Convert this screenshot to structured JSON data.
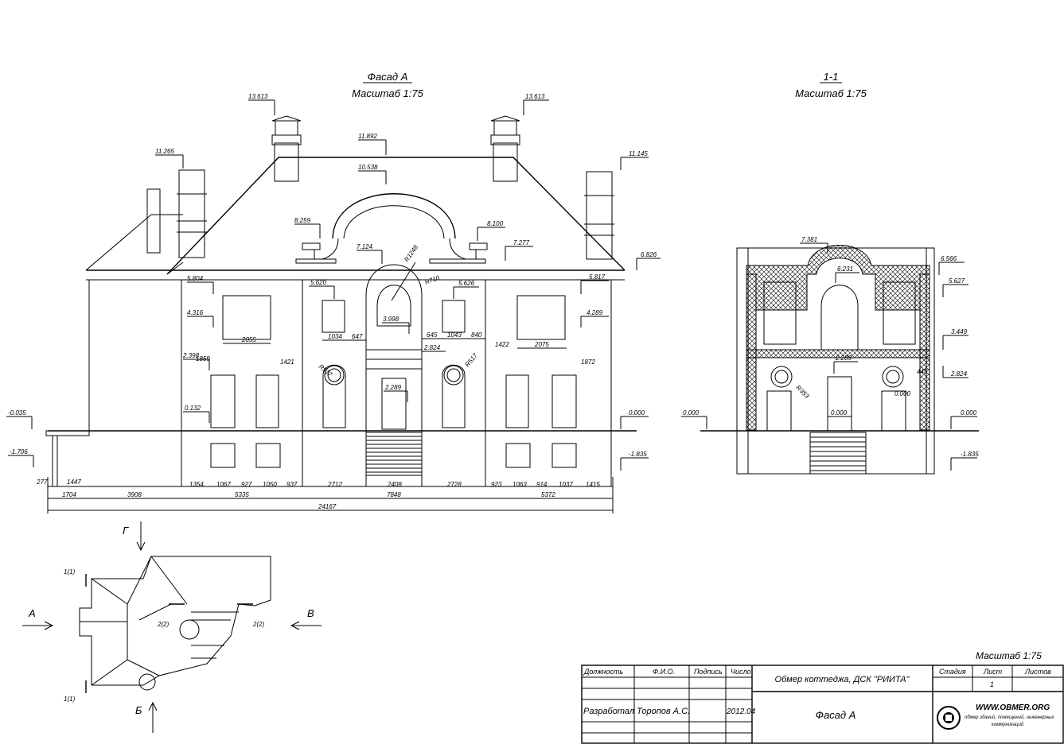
{
  "facade": {
    "title": "Фасад А",
    "scale": "Масштаб 1:75",
    "levels": {
      "chimney_left": "13.613",
      "chimney_right": "13.613",
      "ridge": "11.892",
      "tower_left": "11.265",
      "tower_right": "11.145",
      "arch_top": "10.538",
      "arch_left": "8.259",
      "arch_right": "8.100",
      "cornice_c": "7.124",
      "cornice_r": "7.277",
      "eave_r": "6.826",
      "win_left_top": "5.804",
      "win_center_left": "5.620",
      "win_center_right": "5.626",
      "win_right_top": "5.817",
      "win_left_mid": "4.316",
      "win_right_mid": "4.289",
      "door_top": "3.998",
      "floor_left": "2.398",
      "floor_center": "2.824",
      "entry": "2.289",
      "sill_left": "0.132",
      "ground_right": "0.000",
      "ground_left": "-0.035",
      "terrace": "-1.706",
      "base_right": "-1.835"
    },
    "radii": {
      "r1": "R1248",
      "r2": "R710",
      "r3": "R517",
      "r4": "R517"
    },
    "dims_upper": [
      "2055",
      "1421",
      "1034",
      "647",
      "645",
      "1043",
      "840",
      "1422",
      "2075",
      "1872",
      "1859"
    ],
    "dims_row1": [
      "277",
      "1447",
      "1354",
      "1067",
      "927",
      "1050",
      "937",
      "2712",
      "2408",
      "2728",
      "923",
      "1063",
      "914",
      "1037",
      "1415"
    ],
    "dims_row2": [
      "1704",
      "3908",
      "5335",
      "7848",
      "5372"
    ],
    "dim_total": "24167"
  },
  "section": {
    "title": "1-1",
    "scale": "Масштаб 1:75",
    "levels": {
      "top": "7.381",
      "eave": "6.566",
      "mid": "6.231",
      "upper": "5.627",
      "floor": "3.449",
      "floor2": "2.824",
      "entry": "2.289",
      "ground_l": "0.000",
      "ground_c": "0.000",
      "ground_r": "0.000",
      "small": "0.000",
      "base": "-1.835"
    },
    "radii": {
      "r1": "R353",
      "r2": "445"
    }
  },
  "plan": {
    "labels": [
      "Г",
      "Б",
      "А",
      "В",
      "1(1)",
      "1(1)",
      "2(2)",
      "2(2)"
    ]
  },
  "title_block": {
    "scale": "Масштаб 1:75",
    "headers": [
      "Должность",
      "Ф.И.О.",
      "Подпись",
      "Число"
    ],
    "role": "Разработал",
    "name": "Торопов А.С.",
    "date": "2012.04",
    "project": "Обмер коттеджа, ДСК \"РИИТА\"",
    "sheet_title": "Фасад А",
    "col_stage": "Стадия",
    "col_sheet": "Лист",
    "col_sheets": "Листов",
    "sheet_no": "1",
    "logo_text": "WWW.OBMER.ORG",
    "logo_sub1": "обмер зданий, помещений, инженерных",
    "logo_sub2": "коммуникаций"
  }
}
